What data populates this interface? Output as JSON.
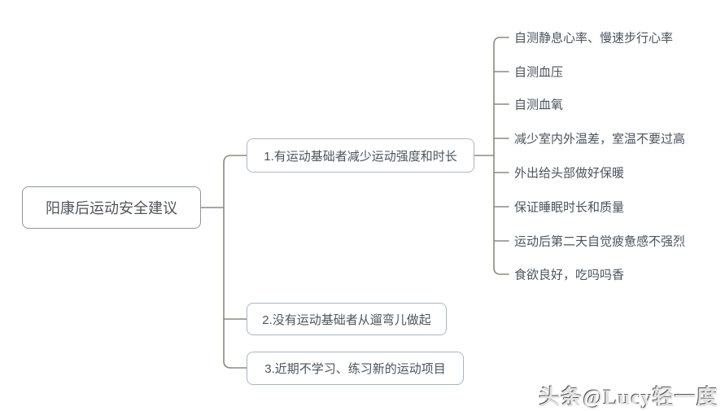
{
  "root": {
    "label": "阳康后运动安全建议"
  },
  "branches": [
    {
      "label": "1.有运动基础者减少运动强度和时长",
      "children": [
        "自测静息心率、慢速步行心率",
        "自测血压",
        "自测血氧",
        "减少室内外温差，室温不要过高",
        "外出给头部做好保暖",
        "保证睡眠时长和质量",
        "运动后第二天自觉疲惫感不强烈",
        "食欲良好，吃吗吗香"
      ]
    },
    {
      "label": "2.没有运动基础者从遛弯儿做起",
      "children": []
    },
    {
      "label": "3.近期不学习、练习新的运动项目",
      "children": []
    }
  ],
  "watermark": "头条@Lucy轻一度",
  "colors": {
    "line": "#8b8b80",
    "root_border": "#909498",
    "branch_border": "#a9b6c4",
    "node_text": "#4a545e"
  }
}
